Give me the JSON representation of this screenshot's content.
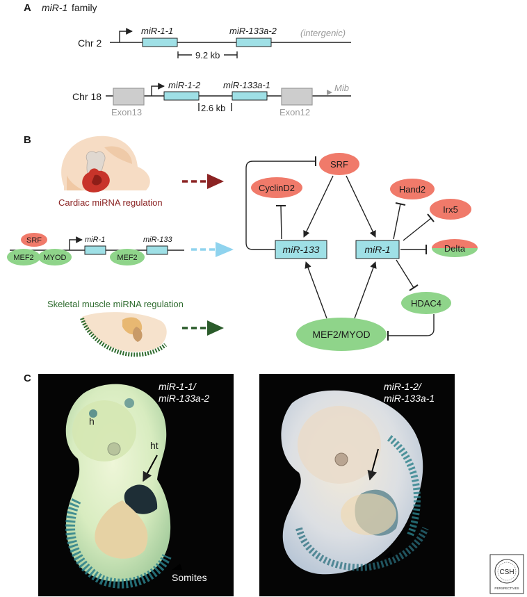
{
  "panel_a": {
    "label": "A",
    "title_italic": "miR-1",
    "title_rest": " family",
    "chr2": {
      "label": "Chr 2",
      "gene1": "miR-1-1",
      "gene2": "miR-133a-2",
      "note": "(intergenic)",
      "distance": "9.2 kb"
    },
    "chr18": {
      "label": "Chr 18",
      "gene1": "miR-1-2",
      "gene2": "miR-133a-1",
      "mib": "Mib",
      "exon_left": "Exon13",
      "exon_right": "Exon12",
      "distance": "2.6 kb"
    }
  },
  "panel_b": {
    "label": "B",
    "cardiac_caption": "Cardiac miRNA regulation",
    "skeletal_caption": "Skeletal muscle miRNA regulation",
    "locus": {
      "srf": "SRF",
      "mef2_left": "MEF2",
      "myod": "MYOD",
      "mef2_right": "MEF2",
      "mir1": "miR-1",
      "mir133": "miR-133"
    },
    "network": {
      "srf": "SRF",
      "cyclind2": "CyclinD2",
      "hand2": "Hand2",
      "irx5": "Irx5",
      "delta": "Delta",
      "hdac4": "HDAC4",
      "mef2myod": "MEF2/MYOD",
      "mir133": "miR-133",
      "mir1": "miR-1"
    }
  },
  "panel_c": {
    "label": "C",
    "left_title_1": "miR-1-1/",
    "left_title_2": "miR-133a-2",
    "right_title_1": "miR-1-2/",
    "right_title_2": "miR-133a-1",
    "h": "h",
    "ht": "ht",
    "somites": "Somites"
  },
  "logo": {
    "text_top": "CSH",
    "text_bottom": "PERSPECTIVES"
  }
}
